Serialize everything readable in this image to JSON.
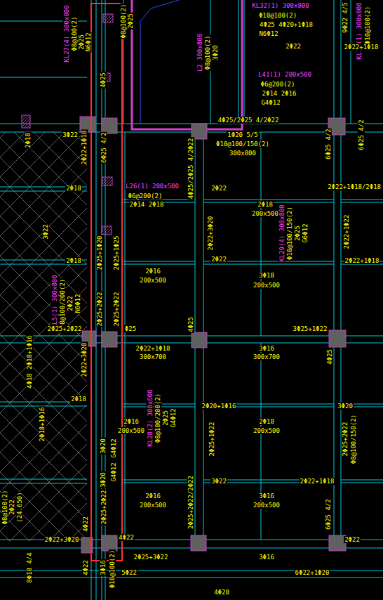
{
  "diagram": {
    "labels": [
      "KL27(4) 300x800",
      "Φ8@100(2)",
      "2Φ25",
      "N6Φ12",
      "4Φ25",
      "2Φ25",
      "Φ8@100(2)",
      "L2 300x800",
      "Φ8@100(2)",
      "3Φ20",
      "KL32(1) 300x800",
      "Φ10@100(2)",
      "4Φ25 4Φ20+1Φ18",
      "N6Φ12",
      "9Φ22 4/5",
      "KL33(1) 300x800",
      "Φ10@100(2)",
      "2Φ22",
      "2Φ22+1Φ18",
      "L41(1) 200x500",
      "Φ6@200(2)",
      "2Φ14 2Φ16",
      "G4Φ12",
      "3Φ22",
      "4Φ25/2Φ25 4/2Φ22",
      "6Φ25 4/2",
      "1Φ20 5/5",
      "Φ10@100/150(2)",
      "300x800",
      "2Φ18",
      "2Φ22+1Φ18",
      "6Φ25 4/2",
      "4Φ25/2Φ25 4/2Φ22",
      "6Φ25 4/2",
      "2Φ18",
      "2Φ22",
      "2Φ22+1Φ18/2Φ18",
      "L26(1) 200x500",
      "Φ6@200(2)",
      "2Φ14 2Φ18",
      "2Φ18",
      "200x500",
      "2Φ22+3Φ20",
      "KL29(4) 300x800",
      "Φ10@100/150(2)",
      "2Φ25",
      "G6Φ12",
      "2Φ22+1Φ22",
      "3Φ22",
      "2Φ25+1Φ20",
      "2Φ25+1Φ25",
      "2Φ18",
      "2Φ22",
      "2Φ22+1Φ18",
      "WKL5(1) 300x800",
      "Φ8@100/200(2)",
      "2Φ22",
      "N6Φ12",
      "2Φ16",
      "200x500",
      "3Φ18",
      "200x500",
      "2Φ25+2Φ22",
      "2Φ25+2Φ22",
      "4Φ25",
      "4Φ25",
      "2Φ25+2Φ22",
      "Φ25",
      "3Φ25+1Φ22",
      "2Φ22+1Φ18",
      "300x700",
      "3Φ16",
      "300x700",
      "2Φ22+3Φ20",
      "4Φ18 2Φ18+1Φ16",
      "2Φ18",
      "2Φ20+1Φ16",
      "3Φ20",
      "KL28(2) 300x600",
      "Φ8@100/200(2)",
      "2Φ25",
      "G4Φ12",
      "2Φ16",
      "200x500",
      "2Φ18",
      "200x500",
      "2Φ18+1Φ16",
      "2Φ25+1Φ22",
      "2Φ25+2Φ22",
      "Φ8@100/150(2)",
      "3Φ20",
      "G4Φ12",
      "3Φ20",
      "G4Φ12",
      "3Φ22",
      "2Φ22+1Φ18",
      "Φ8@100(2)",
      "2Φ22",
      "(24.650)",
      "2Φ16",
      "200x500",
      "3Φ16",
      "200x500",
      "2Φ25+2Φ22/2Φ22",
      "2Φ25+2Φ22",
      "4Φ22",
      "6Φ25 4/2",
      "2Φ22+3Φ20",
      "4Φ22",
      "2Φ22",
      "2Φ25+3Φ22",
      "3Φ16",
      "8Φ18 4/4",
      "4Φ22",
      "3Φ16",
      "Φ10@100(2)",
      "5Φ22",
      "6Φ22+1Φ20",
      "4Φ20"
    ]
  }
}
